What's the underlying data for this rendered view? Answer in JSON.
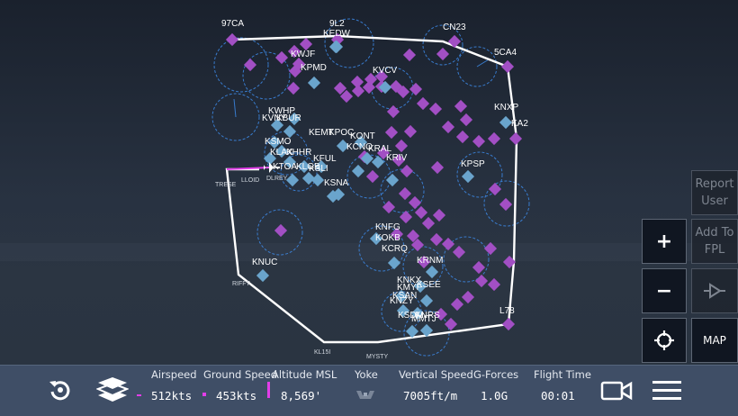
{
  "map": {
    "route": [
      "97CA",
      "9L2",
      "CN23",
      "5CA4",
      "KA2",
      "L78",
      "MYSTY",
      "KL15I",
      "RIFFT",
      "TRESE",
      "LLOID"
    ],
    "airports_labeled": [
      {
        "id": "97CA"
      },
      {
        "id": "9L2"
      },
      {
        "id": "KEDW"
      },
      {
        "id": "CN23"
      },
      {
        "id": "5CA4"
      },
      {
        "id": "KWJF"
      },
      {
        "id": "KPMD"
      },
      {
        "id": "KVCV"
      },
      {
        "id": "KWHP"
      },
      {
        "id": "KVNY"
      },
      {
        "id": "KBUR"
      },
      {
        "id": "KSMO"
      },
      {
        "id": "KLAX"
      },
      {
        "id": "KHHR"
      },
      {
        "id": "KTOA"
      },
      {
        "id": "KLGB"
      },
      {
        "id": "KEMT"
      },
      {
        "id": "KPOC"
      },
      {
        "id": "KONT"
      },
      {
        "id": "KCNO"
      },
      {
        "id": "KRAL"
      },
      {
        "id": "KFUL"
      },
      {
        "id": "KSLI"
      },
      {
        "id": "KRIV"
      },
      {
        "id": "KSNA"
      },
      {
        "id": "KNXP"
      },
      {
        "id": "KPSP"
      },
      {
        "id": "KNFG"
      },
      {
        "id": "KOKB"
      },
      {
        "id": "KCRQ"
      },
      {
        "id": "KRNM"
      },
      {
        "id": "KNKX"
      },
      {
        "id": "KMYF"
      },
      {
        "id": "KSEE"
      },
      {
        "id": "KSAN"
      },
      {
        "id": "KNZY"
      },
      {
        "id": "KSDM"
      },
      {
        "id": "KNRS"
      },
      {
        "id": "MMTJ"
      },
      {
        "id": "KNUC"
      },
      {
        "id": "L78"
      },
      {
        "id": "KA2"
      }
    ],
    "waypoints": [
      {
        "id": "DLREY"
      },
      {
        "id": "TRESE"
      },
      {
        "id": "LLOID"
      },
      {
        "id": "RIFFT"
      },
      {
        "id": "KL15I"
      },
      {
        "id": "MYSTY"
      }
    ],
    "colors": {
      "route": "#ffffff",
      "airport_towered": "#6aa4cc",
      "airport_untowered": "#a24fc4",
      "range_ring": "#3d8ae8",
      "track": "#e23ee8"
    }
  },
  "side_buttons": {
    "report_user": "Report User",
    "zoom_in": "+",
    "zoom_out": "−",
    "add_to_fpl": "Add To FPL",
    "direct_to": "direct-to-icon",
    "center": "center-crosshair-icon",
    "map_mode": "MAP"
  },
  "hud": {
    "airspeed": {
      "label": "Airspeed",
      "value": "512kts"
    },
    "ground_speed": {
      "label": "Ground Speed",
      "value": "453kts"
    },
    "altitude": {
      "label": "Altitude MSL",
      "value": "8,569'"
    },
    "yoke": {
      "label": "Yoke"
    },
    "vertical_speed": {
      "label": "Vertical Speed",
      "value": "7005ft/m"
    },
    "g_forces": {
      "label": "G-Forces",
      "value": "1.0G"
    },
    "flight_time": {
      "label": "Flight Time",
      "value": "00:01"
    }
  }
}
